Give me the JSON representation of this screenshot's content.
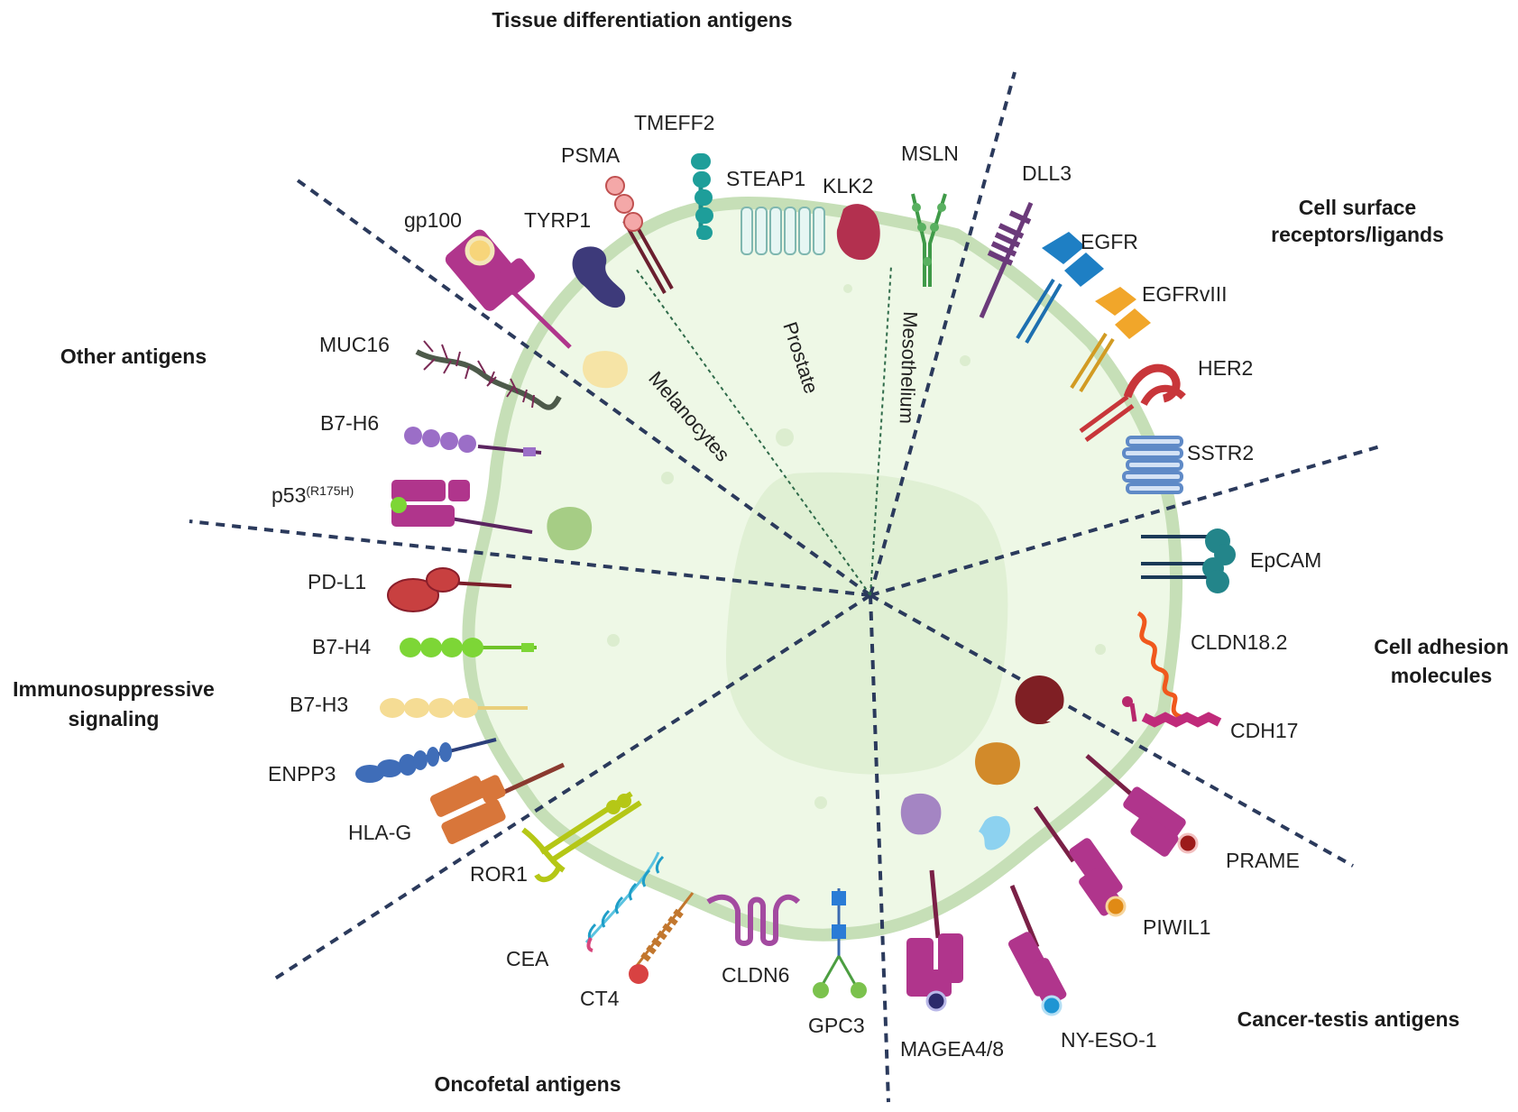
{
  "categories": {
    "tissue": "Tissue differentiation antigens",
    "cell_surface": [
      "Cell surface",
      "receptors/ligands"
    ],
    "cell_adhesion": [
      "Cell adhesion",
      "molecules"
    ],
    "cancer_testis": "Cancer-testis antigens",
    "oncofetal": "Oncofetal antigens",
    "immunosuppressive": [
      "Immunosuppressive",
      "signaling"
    ],
    "other": "Other antigens"
  },
  "tissues": {
    "melanocytes": "Melanocytes",
    "prostate": "Prostate",
    "mesothelium": "Mesothelium"
  },
  "antigens": {
    "tmeff2": "TMEFF2",
    "psma": "PSMA",
    "steap1": "STEAP1",
    "klk2": "KLK2",
    "msln": "MSLN",
    "gp100": "gp100",
    "tyrp1": "TYRP1",
    "dll3": "DLL3",
    "egfr": "EGFR",
    "egfrviii": "EGFRvIII",
    "her2": "HER2",
    "sstr2": "SSTR2",
    "epcam": "EpCAM",
    "cldn18": "CLDN18.2",
    "cdh17": "CDH17",
    "prame": "PRAME",
    "piwil1": "PIWIL1",
    "nyeso1": "NY-ESO-1",
    "magea": "MAGEA4/8",
    "gpc3": "GPC3",
    "cldn6": "CLDN6",
    "ct4": "CT4",
    "cea": "CEA",
    "ror1": "ROR1",
    "hlag": "HLA-G",
    "enpp3": "ENPP3",
    "b7h3": "B7-H3",
    "b7h4": "B7-H4",
    "pdl1": "PD-L1",
    "p53": "p53",
    "p53_sup": "(R175H)",
    "b7h6": "B7-H6",
    "muc16": "MUC16"
  },
  "colors": {
    "cell_fill": "#eef8e6",
    "membrane": "#c6dfb7",
    "nucleus": "#dcedcf",
    "divider": "#2b3a5c",
    "magenta": "#b0358c",
    "teal": "#1e8f8c"
  }
}
